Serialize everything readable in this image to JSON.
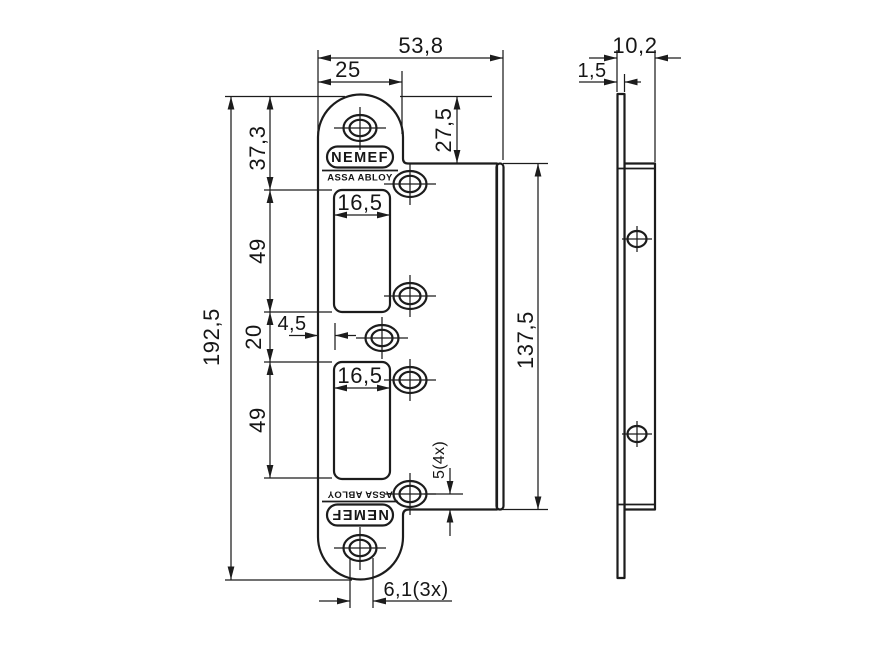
{
  "brand": {
    "name": "NEMEF",
    "subbrand": "ASSA ABLOY"
  },
  "front_view": {
    "dimensions": {
      "overall_width": "53,8",
      "top_width": "25",
      "top_section_height": "27,5",
      "top_to_cutout": "37,3",
      "upper_cutout_height": "49",
      "upper_cutout_width": "16,5",
      "edge_inset": "4,5",
      "cutout_gap": "20",
      "lower_cutout_width": "16,5",
      "lower_cutout_height": "49",
      "overall_height": "192,5",
      "lip_height": "137,5",
      "hole_to_edge": "5(4x)",
      "hole_diameter": "6,1(3x)"
    }
  },
  "side_view": {
    "dimensions": {
      "overall_depth": "10,2",
      "plate_thickness": "1,5"
    }
  }
}
